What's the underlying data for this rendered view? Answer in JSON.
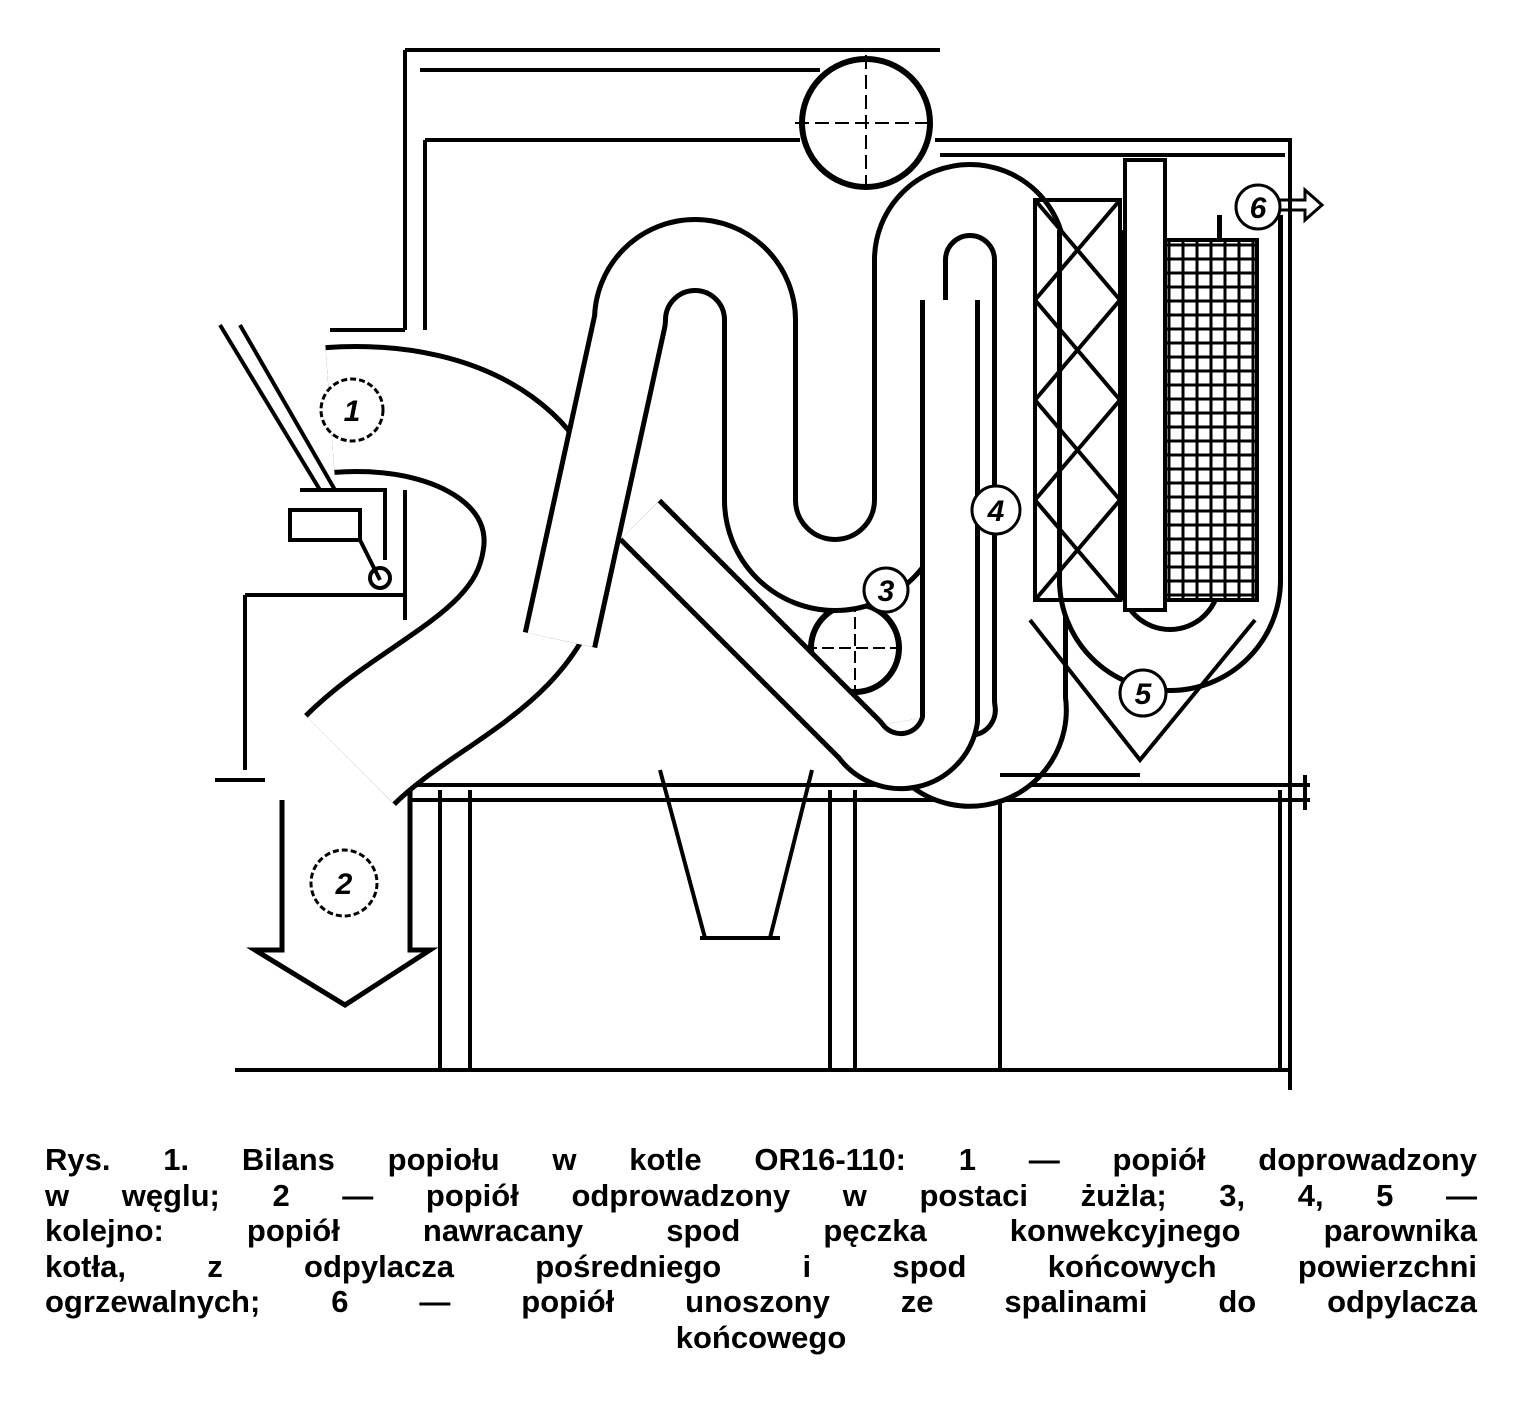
{
  "labels": [
    "1",
    "2",
    "3",
    "4",
    "5",
    "6"
  ],
  "caption": {
    "lines": [
      "Rys. 1. Bilans popiołu w kotle OR16-110: 1 — popiół doprowadzony",
      "w węglu; 2 — popiół odprowadzony w postaci żużla; 3, 4, 5 —",
      "kolejno: popiół nawracany spod pęczka konwekcyjnego parownika",
      "kotła, z odpylacza pośredniego i spod końcowych powierzchni",
      "ogrzewalnych; 6 — popiół unoszony ze spalinami do odpylacza",
      "końcowego"
    ]
  }
}
